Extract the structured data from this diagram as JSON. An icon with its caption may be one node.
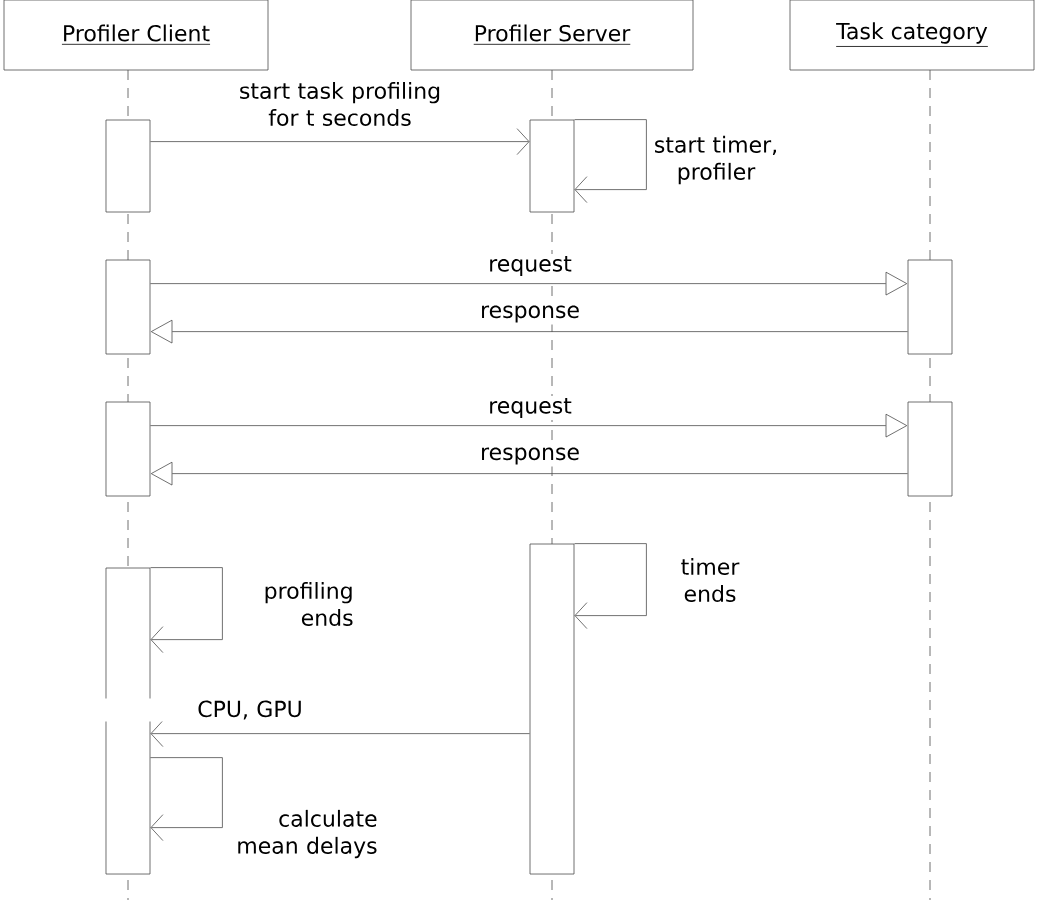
{
  "diagram": {
    "nodes": [
      {
        "text": [
          "Profiler Client"
        ]
      },
      {
        "text": [
          "Profiler Server"
        ]
      },
      {
        "text": [
          "Task category"
        ]
      },
      {
        "text": [],
        "shape": "bar"
      },
      {
        "text": [],
        "shape": "bar"
      },
      {
        "text": [],
        "shape": "bar"
      },
      {
        "text": [],
        "shape": "bar"
      },
      {
        "text": [],
        "shape": "bar"
      },
      {
        "text": [],
        "shape": "bar"
      },
      {
        "text": [],
        "shape": "bar"
      },
      {
        "text": [],
        "shape": "bar"
      }
    ],
    "edges": [
      {
        "from": 3,
        "to": 4,
        "arrow": "to",
        "label": "start task profiling for t seconds"
      },
      {
        "from": 4,
        "to": 4,
        "arrow": "to",
        "label": "start timer, profiler"
      },
      {
        "from": 5,
        "to": 6,
        "arrow": "to",
        "label": "request"
      },
      {
        "from": 6,
        "to": 5,
        "arrow": "to",
        "label": "response"
      },
      {
        "from": 7,
        "to": 8,
        "arrow": "to",
        "label": "request"
      },
      {
        "from": 8,
        "to": 7,
        "arrow": "to",
        "label": "response"
      },
      {
        "from": 9,
        "to": 9,
        "arrow": "to",
        "label": "timer ends"
      },
      {
        "from": 10,
        "to": 10,
        "arrow": "to",
        "label": "profiling ends"
      },
      {
        "from": 9,
        "to": 10,
        "arrow": "to",
        "label": "CPU, GPU"
      },
      {
        "from": 10,
        "to": 10,
        "arrow": "to",
        "label": "calculate mean delays"
      }
    ]
  }
}
